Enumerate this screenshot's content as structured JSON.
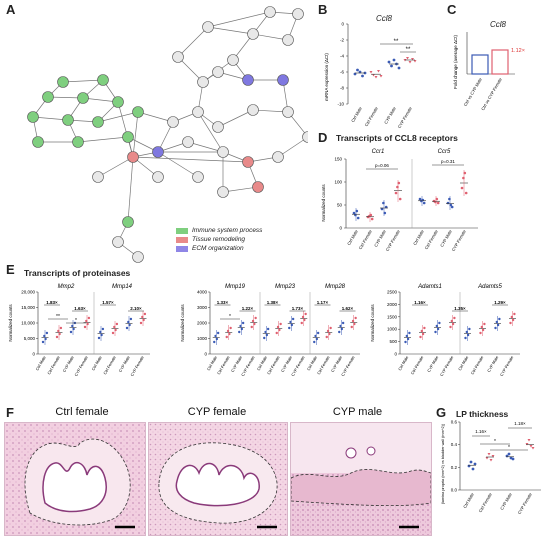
{
  "panels": {
    "A": "A",
    "B": "B",
    "C": "C",
    "D": "D",
    "E": "E",
    "F": "F",
    "G": "G"
  },
  "network": {
    "legend": [
      {
        "label": "Immune system process",
        "color": "#7fcf7f"
      },
      {
        "label": "Tissue remodeling",
        "color": "#e88a8a"
      },
      {
        "label": "ECM organization",
        "color": "#8f86e6"
      }
    ]
  },
  "b": {
    "title": "Ccl8",
    "ylabel": "mRNA expression (ΔCt)",
    "yticks": [
      "0",
      "-2",
      "-4",
      "-6",
      "-8",
      "-10"
    ],
    "groups": [
      "Ctrl Male",
      "Ctrl Female",
      "CYP Male",
      "CYP Female"
    ],
    "sig1": "**",
    "sig2": "**",
    "colors": [
      "#3b5bb5",
      "#e06070",
      "#3b5bb5",
      "#e06070"
    ]
  },
  "c": {
    "title": "Ccl8",
    "ylabel": "Fold change (average ΔCt)",
    "annot": "1.12×",
    "bars": [
      "Ctrl vs CYP Male",
      "Ctrl vs CYP Female"
    ],
    "colors": [
      "#3b5bb5",
      "#e06070"
    ]
  },
  "d": {
    "title": "Transcripts of CCL8 receptors",
    "ylabel": "Normalized counts",
    "yticks": [
      "150",
      "100",
      "50",
      "0"
    ],
    "genes": [
      {
        "name": "Ccr1",
        "p": "p=0.06"
      },
      {
        "name": "Ccr5",
        "p": "p=0.31"
      }
    ],
    "groups": [
      "Ctrl Male",
      "Ctrl Female",
      "CYP Male",
      "CYP Female"
    ]
  },
  "e": {
    "title": "Transcripts of proteinases",
    "ylabel": "Normalized counts",
    "blocks": [
      {
        "genes": [
          "Mmp2",
          "Mmp14"
        ],
        "yticks": [
          "20,000",
          "15,000",
          "10,000",
          "5,000",
          "0"
        ],
        "annots": [
          "1.83×",
          "1.63×",
          "1.57×",
          "2.10×"
        ],
        "sig": [
          "**",
          "*"
        ]
      },
      {
        "genes": [
          "Mmp19",
          "Mmp23",
          "Mmp28"
        ],
        "yticks": [
          "4000",
          "3000",
          "2000",
          "1000",
          "0"
        ],
        "annots": [
          "1.33×",
          "1.22×",
          "1.38×",
          "1.73×",
          "1.17×",
          "1.62×"
        ],
        "sig": [
          "*"
        ]
      },
      {
        "genes": [
          "Adamts1",
          "Adamts5"
        ],
        "yticks": [
          "2500",
          "2000",
          "1500",
          "1000",
          "500",
          "0"
        ],
        "annots": [
          "1.16×",
          "1.35×",
          "1.29×"
        ],
        "sig": []
      }
    ],
    "groups": [
      "Ctrl Male",
      "Ctrl Female",
      "CYP Male",
      "CYP Female"
    ]
  },
  "f": {
    "captions": [
      "Ctrl female",
      "CYP female",
      "CYP male"
    ]
  },
  "g": {
    "title": "LP thickness",
    "ylabel": "(lamina propria (mm^2) vs bladder wall (mm^2))",
    "yticks": [
      "0.6",
      "0.4",
      "0.2",
      "0.0"
    ],
    "groups": [
      "Ctrl Male",
      "Ctrl Female",
      "CYP Male",
      "CYP Female"
    ],
    "annots": [
      "1.16×",
      "1.18×"
    ],
    "sig": [
      "*",
      "*"
    ],
    "colors": [
      "#3b5bb5",
      "#e06070",
      "#3b5bb5",
      "#e06070"
    ]
  }
}
